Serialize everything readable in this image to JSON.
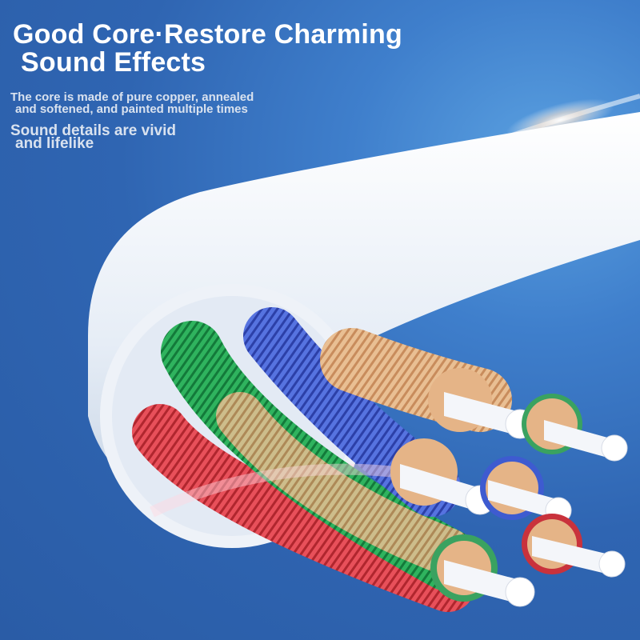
{
  "headline": {
    "line1": "Good Core·Restore Charming",
    "line2": "Sound Effects"
  },
  "description": {
    "line1": "The core is made of pure copper, annealed",
    "line2": "and softened, and painted multiple times"
  },
  "tagline": {
    "line1": "Sound details are vivid",
    "line2": "and lifelike"
  },
  "image": {
    "subject": "cable-cross-section",
    "core_colors": [
      "#e0403f",
      "#2fae5a",
      "#4a67d6",
      "#e8b98a"
    ],
    "insulation_color": "#eef3f9",
    "background_color": "#3470bd"
  }
}
